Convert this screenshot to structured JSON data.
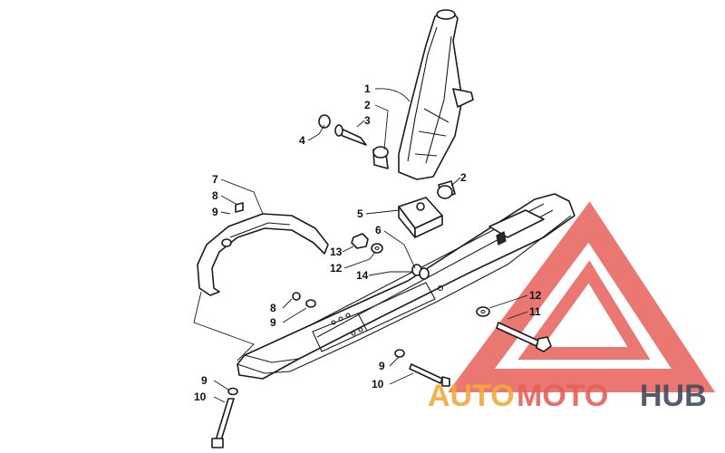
{
  "diagram": {
    "callouts": [
      "1",
      "2",
      "3",
      "4",
      "2",
      "5",
      "6",
      "7",
      "8",
      "9",
      "13",
      "12",
      "14",
      "12",
      "11",
      "8",
      "9",
      "9",
      "10",
      "9",
      "10"
    ]
  },
  "watermark": {
    "word_auto": "AUTO",
    "word_moto": "MOTO",
    "word_hub": "HUB",
    "colors": {
      "auto": "#f2a93b",
      "moto": "#e8605a",
      "hub": "#444b5a",
      "triangle": "#e8605a"
    }
  },
  "colors": {
    "line": "#1a1a1a",
    "background": "#ffffff"
  }
}
